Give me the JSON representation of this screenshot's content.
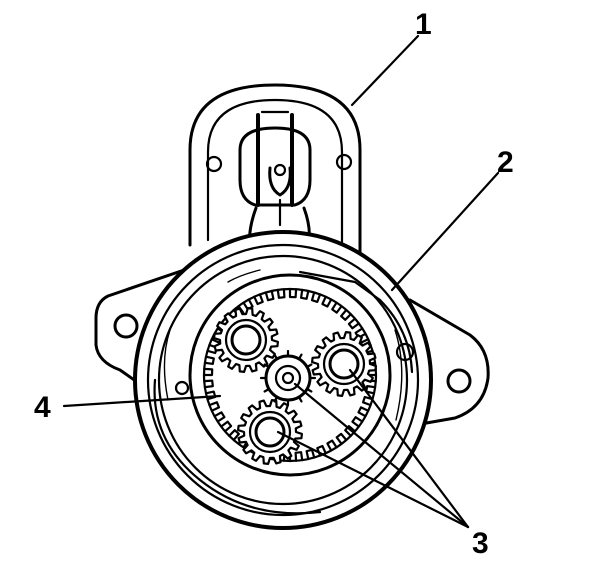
{
  "callouts": [
    {
      "id": "1",
      "label": "1"
    },
    {
      "id": "2",
      "label": "2"
    },
    {
      "id": "3",
      "label": "3"
    },
    {
      "id": "4",
      "label": "4"
    }
  ],
  "colors": {
    "ink": "#000000",
    "paper": "#ffffff"
  }
}
